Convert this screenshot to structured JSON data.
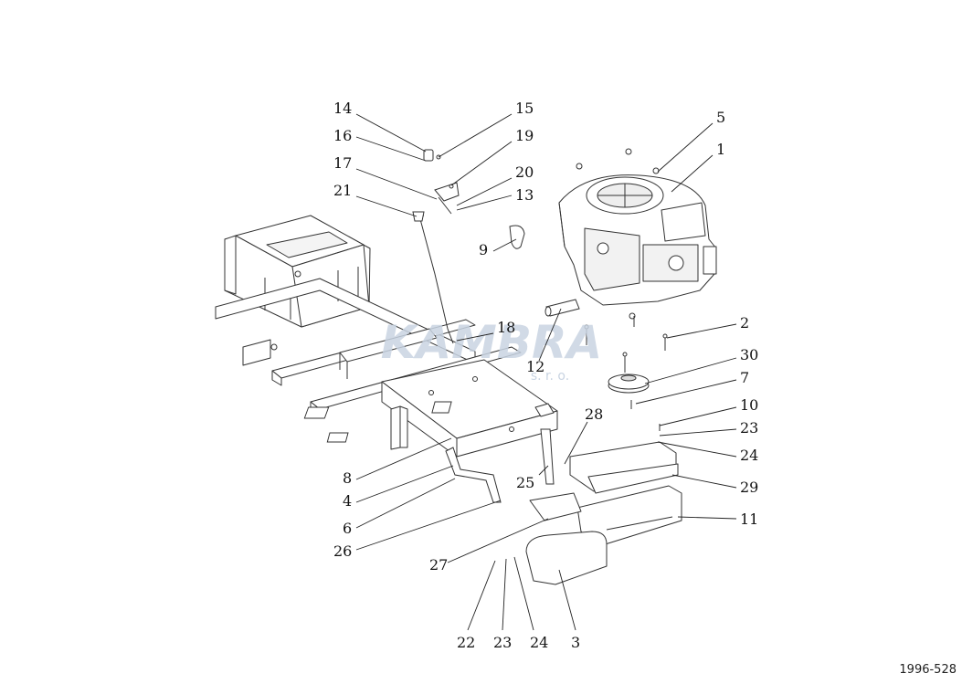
{
  "watermark": {
    "text": "KAMBRA",
    "subtext": "s. r. o.",
    "color": "#c9d4e2"
  },
  "drawing_code": "1996-528",
  "callouts": {
    "c14": "14",
    "c15": "15",
    "c16": "16",
    "c19": "19",
    "c17": "17",
    "c20": "20",
    "c21": "21",
    "c13": "13",
    "c5": "5",
    "c1": "1",
    "c9": "9",
    "c18": "18",
    "c12": "12",
    "c2": "2",
    "c30": "30",
    "c7": "7",
    "c10": "10",
    "c23a": "23",
    "c28": "28",
    "c24a": "24",
    "c8": "8",
    "c25": "25",
    "c29": "29",
    "c4": "4",
    "c11": "11",
    "c6": "6",
    "c26": "26",
    "c27": "27",
    "c22": "22",
    "c23b": "23",
    "c24b": "24",
    "c3": "3"
  }
}
